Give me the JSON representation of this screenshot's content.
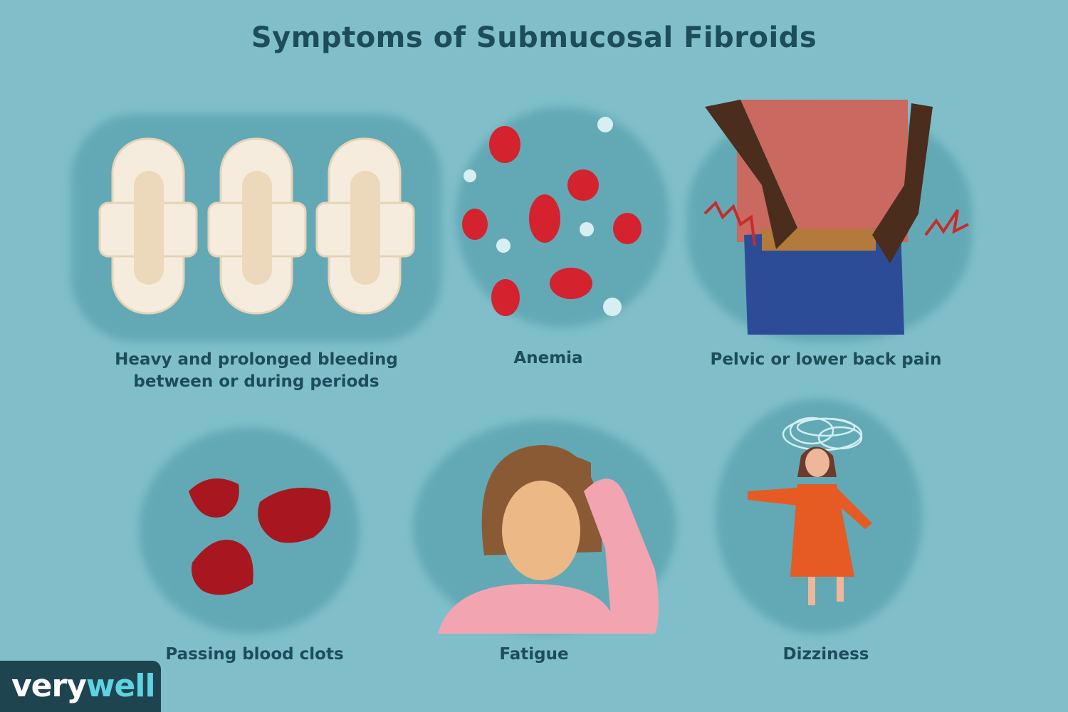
{
  "title": "Symptoms of Submucosal Fibroids",
  "symptoms": [
    {
      "label_line1": "Heavy and prolonged bleeding",
      "label_line2": "between or during periods",
      "icon": "sanitary-pads-icon"
    },
    {
      "label": "Anemia",
      "icon": "blood-cells-icon"
    },
    {
      "label": "Pelvic or lower back pain",
      "icon": "lower-back-pain-icon"
    },
    {
      "label": "Passing blood clots",
      "icon": "blood-clots-icon"
    },
    {
      "label": "Fatigue",
      "icon": "tired-person-icon"
    },
    {
      "label": "Dizziness",
      "icon": "dizzy-person-icon"
    }
  ],
  "logo": {
    "part1": "very",
    "part2": "well"
  },
  "colors": {
    "background": "#80bfca",
    "text": "#1d4d58",
    "blob": "#62a9b5",
    "blood": "#c4202b",
    "logo_bg": "#1e4450"
  }
}
